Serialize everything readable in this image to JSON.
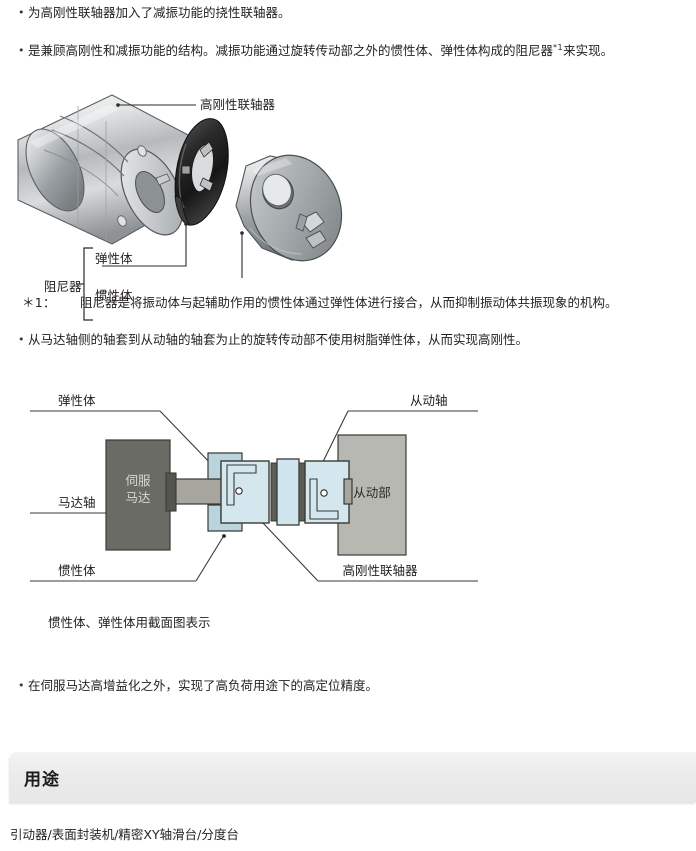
{
  "bullets": [
    {
      "text": "为高刚性联轴器加入了减振功能的挠性联轴器。",
      "sup": ""
    },
    {
      "text_before": "是兼顾高刚性和减振功能的结构。减振功能通过旋转传动部之外的惯性体、弹性体构成的阻尼器",
      "sup": "*1",
      "text_after": "来实现。"
    },
    {
      "text": "从马达轴侧的轴套到从动轴的轴套为止的旋转传动部不使用树脂弹性体，从而实现高刚性。"
    },
    {
      "text": "在伺服马达高增益化之外，实现了高负荷用途下的高定位精度。"
    }
  ],
  "footnote": {
    "mark": "＊1：",
    "text": "阻尼器是将振动体与起辅助作用的惯性体通过弹性体进行接合，从而抑制振动体共振现象的机构。"
  },
  "figure_exploded": {
    "labels": {
      "coupling": "高刚性联轴器",
      "damper": "阻尼器",
      "elastic": "弹性体",
      "inertia": "惯性体"
    },
    "colors": {
      "metal_light": "#e9eaea",
      "metal_mid": "#b9bcbe",
      "metal_dark": "#8a8e91",
      "elastomer": "#2b2b2b",
      "outline": "#4a4a4a"
    }
  },
  "figure_section": {
    "labels": {
      "elastic": "弹性体",
      "motor_shaft": "马达轴",
      "inertia": "惯性体",
      "driven_shaft": "从动轴",
      "coupling": "高刚性联轴器",
      "servo_motor": "伺服\n马达",
      "servo_motor_line1": "伺服",
      "servo_motor_line2": "马达",
      "driven_part": "从动部"
    },
    "colors": {
      "motor_block": "#6b6b66",
      "driven_block": "#b8b8b3",
      "shaft": "#a6a69f",
      "elastomer_body": "#b9d4dd",
      "hub_body": "#d4e7ee",
      "outline": "#3a3a35"
    }
  },
  "figure_caption": "惯性体、弹性体用截面图表示",
  "usage": {
    "header": "用途",
    "items": "引动器/表面封装机/精密XY轴滑台/分度台"
  }
}
